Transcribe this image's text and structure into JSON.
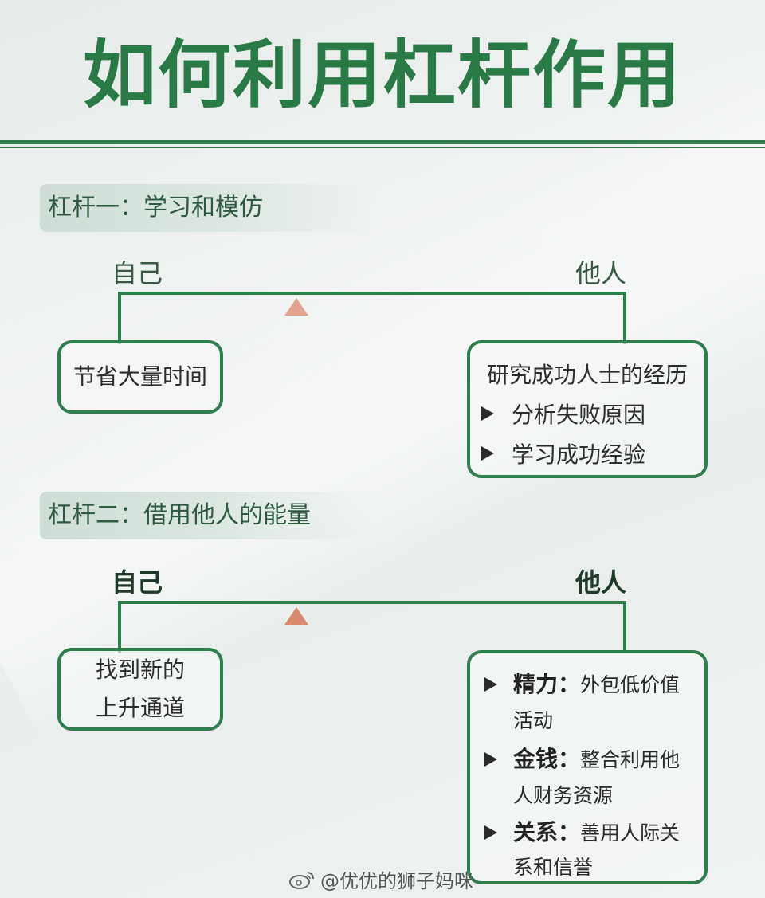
{
  "title": "如何利用杠杆作用",
  "sections": [
    {
      "label": "杠杆一：学习和模仿",
      "left": "自己",
      "right": "他人",
      "left_box": "节省大量时间",
      "right_box": {
        "title": "研究成功人士的经历",
        "bullets": [
          "分析失败原因",
          "学习成功经验"
        ]
      }
    },
    {
      "label": "杠杆二：借用他人的能量",
      "left": "自己",
      "right": "他人",
      "left_box": [
        "找到新的",
        "上升通道"
      ],
      "right_box": {
        "bullets": [
          {
            "key": "精力：",
            "lines": [
              "外包低价值",
              "活动"
            ]
          },
          {
            "key": "金钱：",
            "lines": [
              "整合利用他",
              "人财务资源"
            ]
          },
          {
            "key": "关系：",
            "lines": [
              "善用人际关",
              "系和信誉"
            ]
          }
        ]
      }
    }
  ],
  "watermark": "@优优的狮子妈咪",
  "icons": {
    "bullet": "triangle-arrow-icon",
    "watermark": "weibo-icon"
  },
  "colors": {
    "primary": "#2f7d4c",
    "fulcrum": "#e1a58f"
  }
}
